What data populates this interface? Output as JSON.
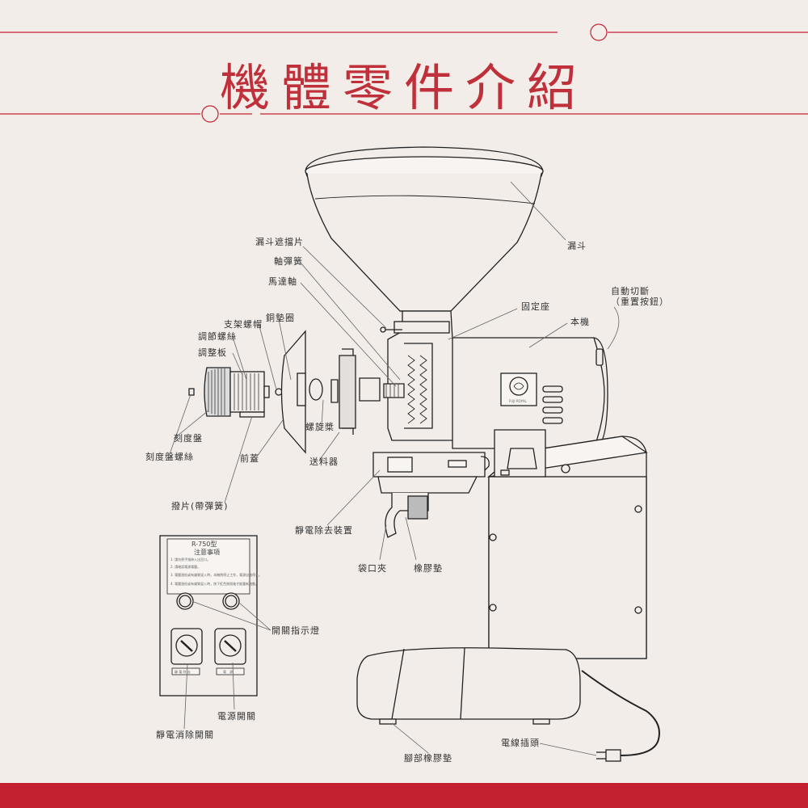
{
  "title": "機體零件介紹",
  "colors": {
    "accent": "#c32130",
    "line": "#222222",
    "background": "#f2ede9"
  },
  "labels": {
    "hopper_shield": "漏斗遮擋片",
    "shaft_spring": "軸彈簧",
    "motor_shaft": "馬達軸",
    "hopper": "漏斗",
    "auto_cutoff": "自動切斷\n（重置按鈕）",
    "fixed_base": "固定座",
    "body": "本機",
    "bracket_nut": "支架螺帽",
    "copper_washer": "銅墊圈",
    "adjust_screw": "調節螺絲",
    "adjust_plate": "調整板",
    "spiral_blade": "螺旋槳",
    "dial": "刻度盤",
    "dial_screw": "刻度盤螺絲",
    "front_cover": "前蓋",
    "feeder": "送料器",
    "paddle": "撥片(帶彈簧)",
    "static_remover": "靜電除去裝置",
    "bag_clip": "袋口夾",
    "rubber_pad": "橡膠墊",
    "indicator_light": "開關指示燈",
    "power_switch": "電源開關",
    "static_switch": "靜電消除開關",
    "power_plug": "電線插頭",
    "foot_rubber": "腳部橡膠墊"
  },
  "panel": {
    "model": "R-750型",
    "notice": "注意事項",
    "notes": [
      "1. 請勿將手指伸入出豆口。",
      "2. 請確認電源電壓。",
      "3. 電壓過低或有雜質混入時，本機將停止工作，電源自動停止。",
      "4. 電壓過低或有雜質混入時，按下紅色按鈕後才能重新啟動。"
    ],
    "static_label": "靜 電 除 去",
    "power_label": "電　源"
  },
  "motor_badge": "FUJI ROYAL"
}
